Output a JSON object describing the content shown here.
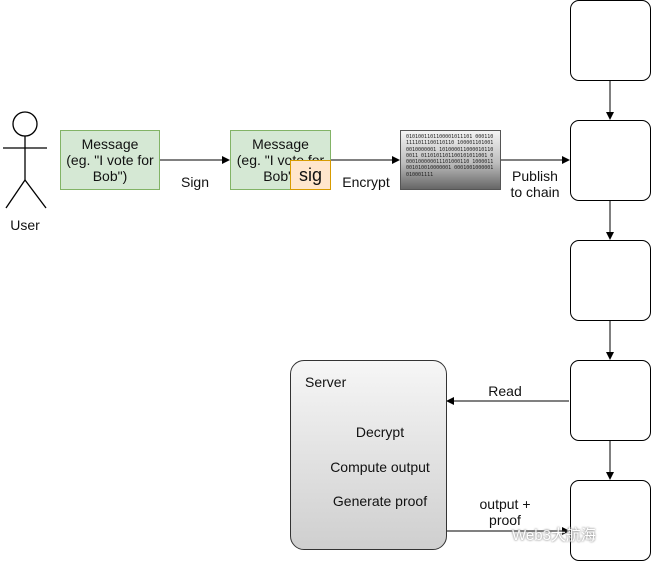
{
  "actor": {
    "label": "User"
  },
  "message": {
    "text": "Message\n(eg. \"I vote for\nBob\")"
  },
  "signed_message": {
    "text": "Message\n(eg. \"I vote for\nBob\")",
    "signature": "sig"
  },
  "encrypted": {
    "bits": "0101001101100001011101 0001101111011100110110 1000011010010010000001 1010000110000101100011 0110101101100101011001 0000100000011101000110 1000011001010010000001 0001001000001010001111"
  },
  "edges": {
    "sign": "Sign",
    "encrypt": "Encrypt",
    "publish": "Publish\nto chain",
    "read": "Read",
    "output_proof": "output +\nproof"
  },
  "server": {
    "title": "Server",
    "steps": [
      "Decrypt",
      "Compute output",
      "Generate proof"
    ]
  },
  "chain": {
    "block_count": 5
  },
  "watermark": {
    "text": "Web3大航海"
  }
}
